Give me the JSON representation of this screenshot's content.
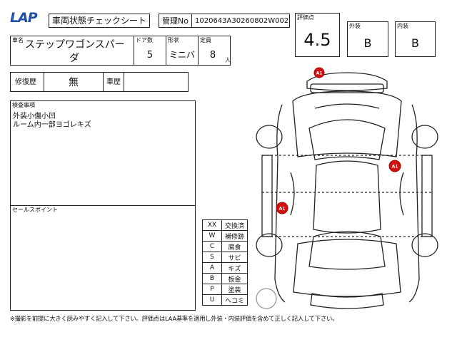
{
  "header": {
    "logo": "LAP",
    "title": "車両状態チェックシート",
    "control_no_label": "管理No",
    "control_no": "1020643A30260802W002"
  },
  "car": {
    "name_label": "車名",
    "name_line1": "ステップワゴンスパー",
    "name_line2": "ダ",
    "doors_label": "ドア数",
    "doors": "5",
    "shape_label": "形状",
    "shape": "ミニバ",
    "capacity_label": "定員",
    "capacity": "8",
    "capacity_unit": "人"
  },
  "grades": {
    "score_label": "評価点",
    "score": "4.5",
    "exterior_label": "外装",
    "exterior": "B",
    "interior_label": "内装",
    "interior": "B"
  },
  "history": {
    "repair_label": "修復歴",
    "repair_value": "無",
    "vehicle_history_label": "車歴",
    "vehicle_history_value": ""
  },
  "inspection": {
    "label": "検査事項",
    "line1": "外装小傷小凹",
    "line2": "ルーム内一部ヨゴレキズ"
  },
  "sales": {
    "label": "セールスポイント",
    "value": ""
  },
  "legend": [
    {
      "code": "XX",
      "meaning": "交換済"
    },
    {
      "code": "W",
      "meaning": "補修跡"
    },
    {
      "code": "C",
      "meaning": "腐食"
    },
    {
      "code": "S",
      "meaning": "サビ"
    },
    {
      "code": "A",
      "meaning": "キズ"
    },
    {
      "code": "B",
      "meaning": "板金"
    },
    {
      "code": "P",
      "meaning": "塗装"
    },
    {
      "code": "U",
      "meaning": "ヘコミ"
    }
  ],
  "damage_marks": [
    "A1",
    "A1",
    "A1"
  ],
  "footer": "※撮影を前提に大きく読みやすく記入して下さい。評価点はLAA基準を適用し外装・内装評価を含めて正しく記入して下さい。",
  "colors": {
    "logo": "#1d4fa8",
    "damage": "#d11111"
  }
}
